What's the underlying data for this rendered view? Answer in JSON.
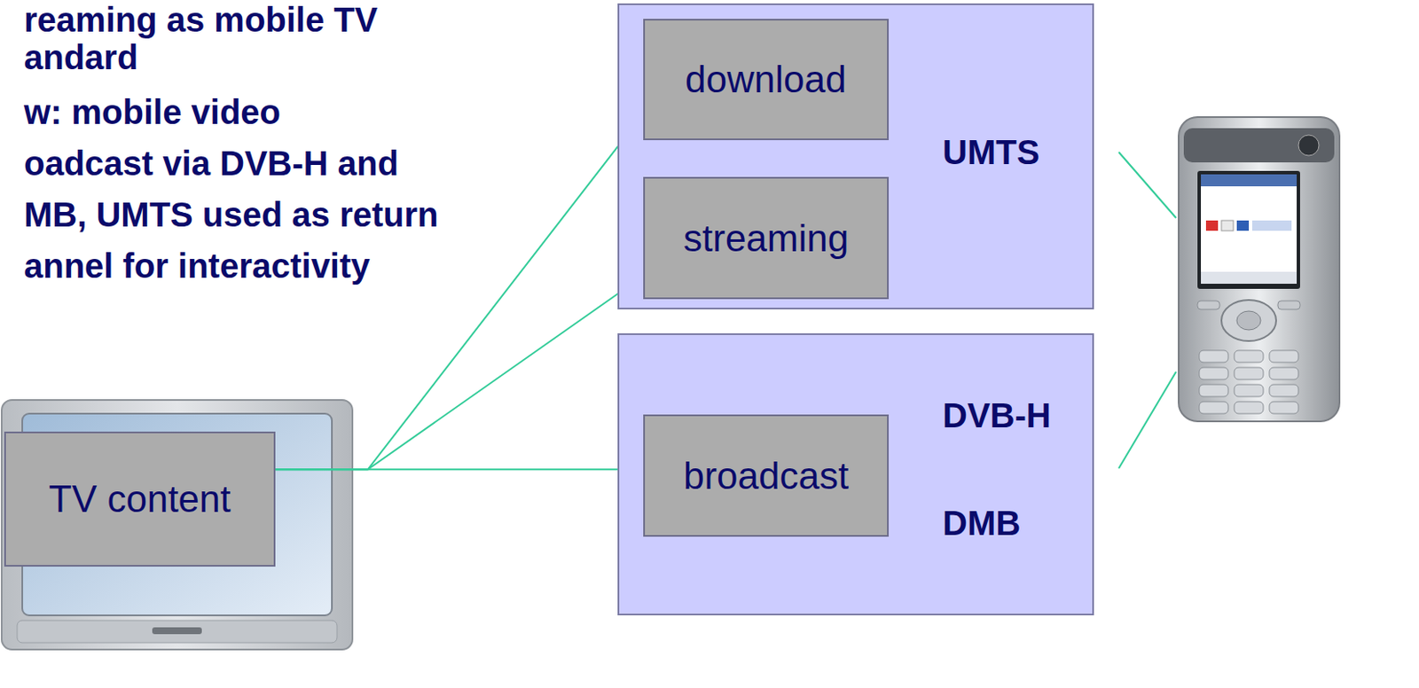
{
  "diagram": {
    "nodes": [
      {
        "text": [
          "UMTS"
        ]
      },
      {
        "text": [
          "download"
        ],
        "in": 0
      },
      {
        "text": [
          "streaming"
        ],
        "in": 0
      },
      {
        "text": [
          "DVB-H",
          "DMB"
        ]
      },
      {
        "text": [
          "broadcast"
        ],
        "in": 3
      },
      {
        "text": [
          "TV content"
        ]
      }
    ],
    "edges": [
      {
        "from": 5,
        "to": 1,
        "arrow": "to"
      },
      {
        "from": 5,
        "to": 2,
        "arrow": "to"
      },
      {
        "from": 5,
        "to": 4,
        "arrow": "to"
      }
    ],
    "labels": [
      "reaming as mobile TV",
      "andard",
      "w: mobile video",
      "oadcast via DVB-H and",
      "MB, UMTS used as return",
      "annel for interactivity"
    ]
  }
}
